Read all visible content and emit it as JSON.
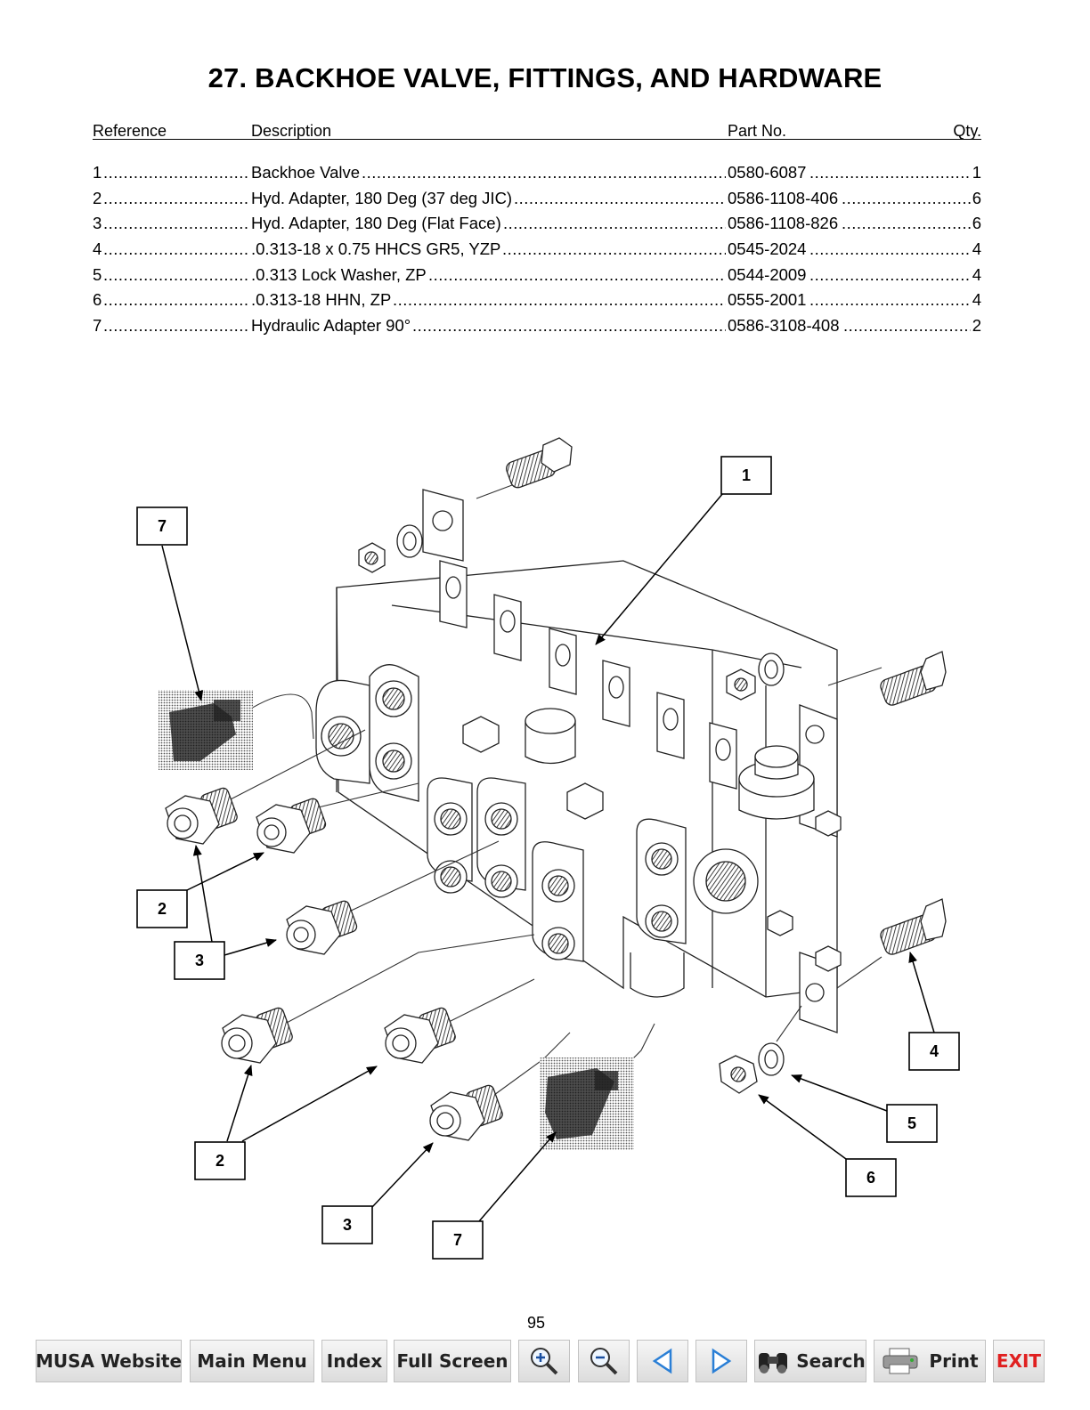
{
  "page": {
    "title": "27. BACKHOE VALVE, FITTINGS, AND HARDWARE",
    "page_number": "95"
  },
  "parts_table": {
    "headers": {
      "reference": "Reference",
      "description": "Description",
      "part_no": "Part No.",
      "qty": "Qty."
    },
    "rows": [
      {
        "ref": "1",
        "description": "Backhoe Valve",
        "part_no": "0580-6087",
        "qty": "1"
      },
      {
        "ref": "2",
        "description": "Hyd. Adapter, 180 Deg (37 deg JIC)",
        "part_no": "0586-1108-406",
        "qty": "6"
      },
      {
        "ref": "3",
        "description": "Hyd. Adapter, 180 Deg (Flat Face)",
        "part_no": "0586-1108-826",
        "qty": "6"
      },
      {
        "ref": "4",
        "description": ".0.313-18 x 0.75 HHCS GR5, YZP",
        "part_no": "0545-2024",
        "qty": "4"
      },
      {
        "ref": "5",
        "description": ".0.313 Lock Washer, ZP",
        "part_no": "0544-2009",
        "qty": "4"
      },
      {
        "ref": "6",
        "description": ".0.313-18 HHN, ZP",
        "part_no": "0555-2001",
        "qty": "4"
      },
      {
        "ref": "7",
        "description": "Hydraulic Adapter 90°",
        "part_no": "0586-3108-408",
        "qty": "2"
      }
    ]
  },
  "diagram": {
    "callouts": [
      "1",
      "7",
      "2",
      "3",
      "4",
      "5",
      "6",
      "2",
      "3",
      "7"
    ]
  },
  "toolbar": {
    "musa_website": "MUSA Website",
    "main_menu": "Main Menu",
    "index": "Index",
    "full_screen": "Full Screen",
    "zoom_in_icon": "magnifier-plus-icon",
    "zoom_out_icon": "magnifier-minus-icon",
    "prev_icon": "triangle-left-icon",
    "next_icon": "triangle-right-icon",
    "search": "Search",
    "search_icon": "binoculars-icon",
    "print": "Print",
    "print_icon": "printer-icon",
    "exit": "EXIT",
    "arrow_color": "#2a7fd6",
    "exit_color": "#e02020"
  }
}
